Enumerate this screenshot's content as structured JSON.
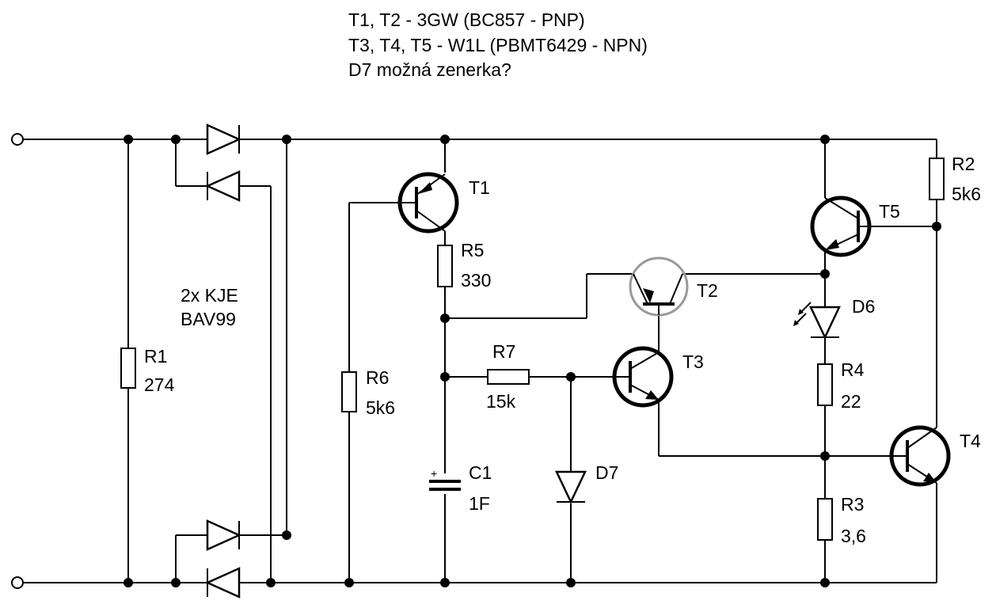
{
  "notes": [
    "T1, T2 - 3GW (BC857 - PNP)",
    "T3, T4, T5 - W1L (PBMT6429 - NPN)",
    "D7 možná zenerka?"
  ],
  "components": {
    "R1": {
      "name": "R1",
      "value": "274"
    },
    "R2": {
      "name": "R2",
      "value": "5k6"
    },
    "R3": {
      "name": "R3",
      "value": "3,6"
    },
    "R4": {
      "name": "R4",
      "value": "22"
    },
    "R5": {
      "name": "R5",
      "value": "330"
    },
    "R6": {
      "name": "R6",
      "value": "5k6"
    },
    "R7": {
      "name": "R7",
      "value": "15k"
    },
    "C1": {
      "name": "C1",
      "value": "1F",
      "polarity": "+"
    },
    "T1": {
      "name": "T1"
    },
    "T2": {
      "name": "T2"
    },
    "T3": {
      "name": "T3"
    },
    "T4": {
      "name": "T4"
    },
    "T5": {
      "name": "T5"
    },
    "D6": {
      "name": "D6"
    },
    "D7": {
      "name": "D7"
    },
    "bridge": {
      "line1": "2x KJE",
      "line2": "BAV99"
    }
  }
}
